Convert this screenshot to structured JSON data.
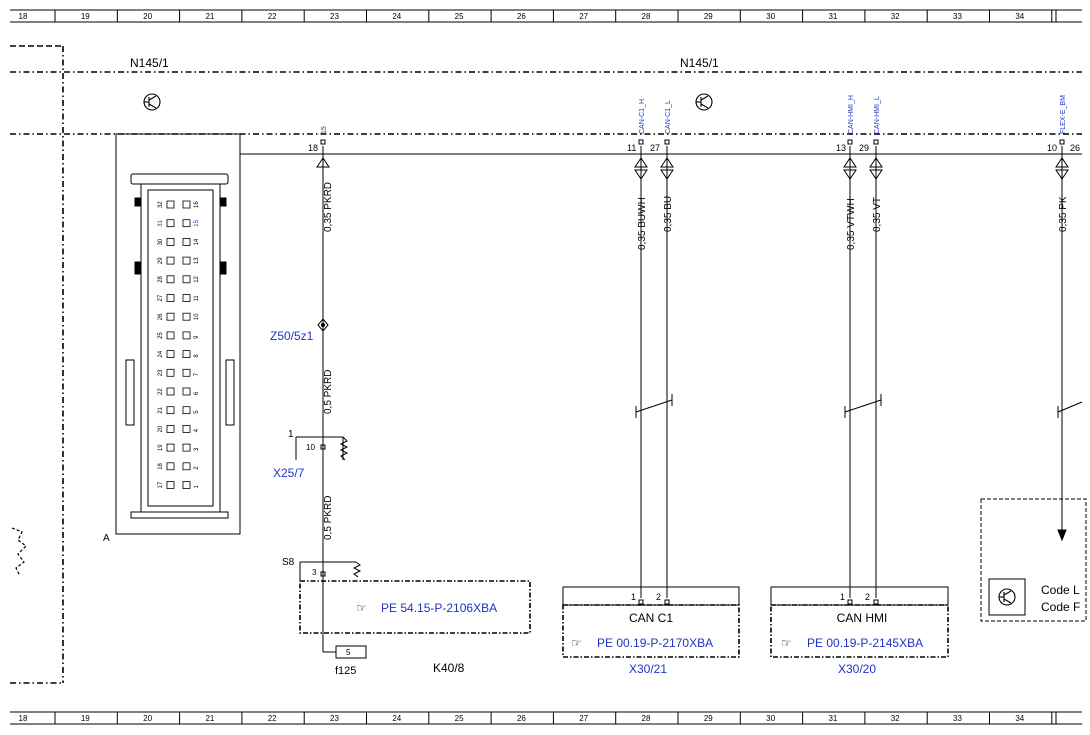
{
  "grid": {
    "columns": [
      "18",
      "19",
      "20",
      "21",
      "22",
      "23",
      "24",
      "25",
      "26",
      "27",
      "28",
      "29",
      "30",
      "31",
      "32",
      "33",
      "34"
    ]
  },
  "modules": {
    "left_label": "N145/1",
    "main_label": "N145/1"
  },
  "connector": {
    "label": "A",
    "pins_left": [
      "32",
      "31",
      "30",
      "29",
      "28",
      "27",
      "26",
      "25",
      "24",
      "23",
      "22",
      "21",
      "20",
      "19",
      "18",
      "17"
    ],
    "pins_right": [
      "16",
      "15",
      "14",
      "13",
      "12",
      "11",
      "10",
      "9",
      "8",
      "7",
      "6",
      "5",
      "4",
      "3",
      "2",
      "1"
    ]
  },
  "signals": [
    {
      "name": "15",
      "pin": "18"
    },
    {
      "name": "CAN-C1_H",
      "pin": "11"
    },
    {
      "name": "CAN-C1_L",
      "pin": "27"
    },
    {
      "name": "CAN-HMI_H",
      "pin": "13"
    },
    {
      "name": "CAN-HMI_L",
      "pin": "29"
    },
    {
      "name": "FLEX-E_BM",
      "pin": "10"
    }
  ],
  "extra_pin": "26",
  "wires": [
    {
      "label": "0,35 PKRD"
    },
    {
      "label": "0,5 PKRD"
    },
    {
      "label": "0,5 PKRD"
    },
    {
      "label": "0,35 BUWH"
    },
    {
      "label": "0,35 BU"
    },
    {
      "label": "0,35 VTWH"
    },
    {
      "label": "0,35 VT"
    },
    {
      "label": "0,35 PK"
    }
  ],
  "components": {
    "splice": "Z50/5z1",
    "x25_label": "X25/7",
    "x25_pin": "10",
    "x25_num": "1",
    "s8_label": "S8",
    "s8_pin": "3",
    "fuse_label": "f125",
    "fuse_pin": "5",
    "k40_label": "K40/8",
    "k40_ref": "PE 54.15-P-2106XBA",
    "can_c1": {
      "title": "CAN C1",
      "ref": "PE 00.19-P-2170XBA",
      "label": "X30/21",
      "pin1": "1",
      "pin2": "2"
    },
    "can_hmi": {
      "title": "CAN HMI",
      "ref": "PE 00.19-P-2145XBA",
      "label": "X30/20",
      "pin1": "1",
      "pin2": "2"
    },
    "code_lines": [
      "Code L",
      "Code F"
    ]
  }
}
